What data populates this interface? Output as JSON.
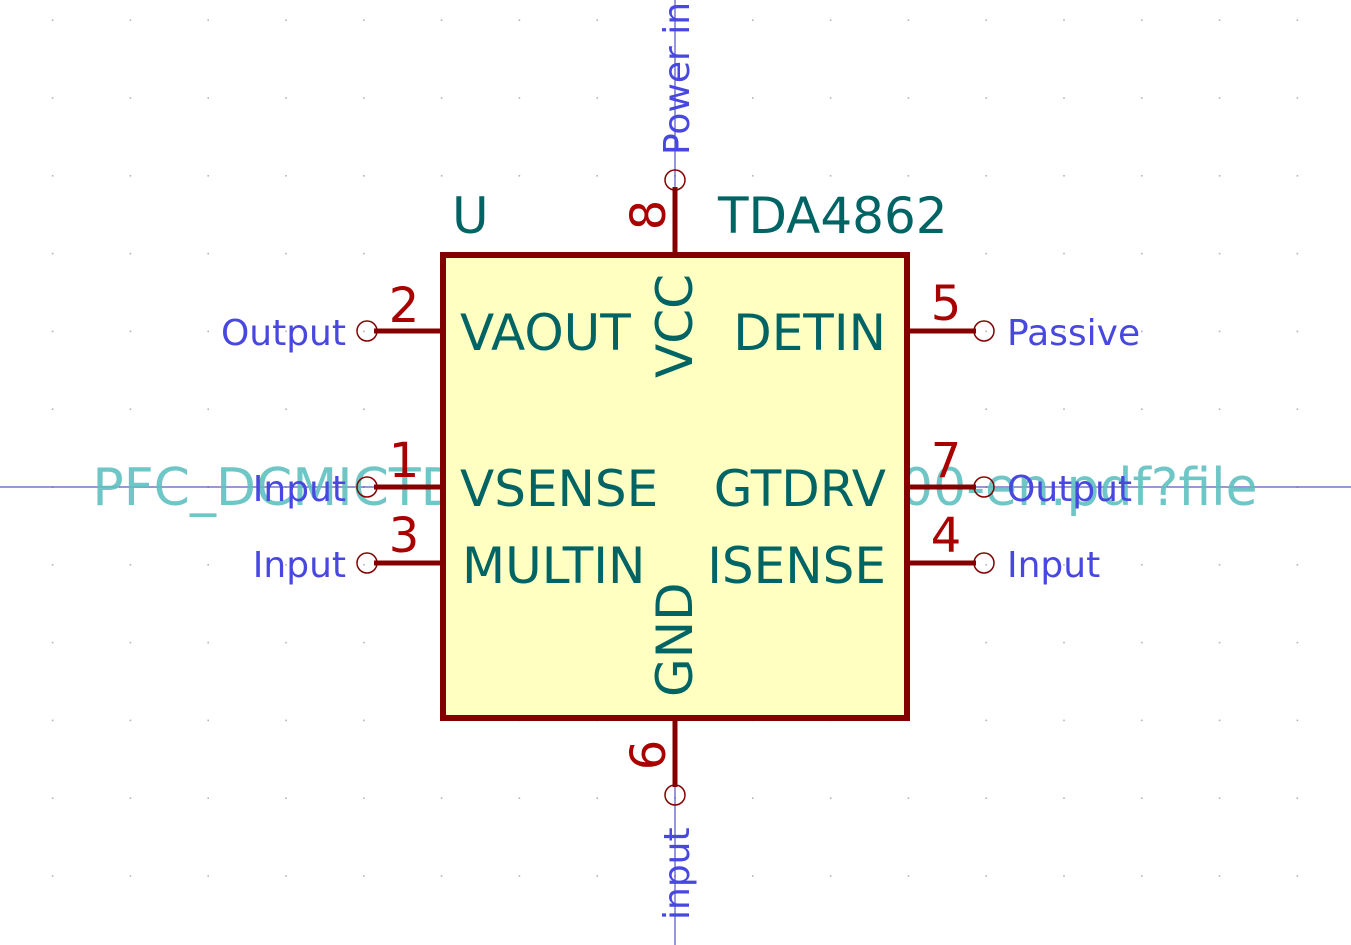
{
  "symbol": {
    "reference": "U",
    "value": "TDA4862",
    "datasheet_fragment": "PFC_DCMICTDA4862G-DS-v02_00-en.pdf?file",
    "body_fill": "#ffffc2",
    "body_stroke": "#840000"
  },
  "pins": [
    {
      "number": "2",
      "name": "VAOUT",
      "type": "Output"
    },
    {
      "number": "1",
      "name": "VSENSE",
      "type": "Input"
    },
    {
      "number": "3",
      "name": "MULTIN",
      "type": "Input"
    },
    {
      "number": "5",
      "name": "DETIN",
      "type": "Passive"
    },
    {
      "number": "7",
      "name": "GTDRV",
      "type": "Output"
    },
    {
      "number": "4",
      "name": "ISENSE",
      "type": "Input"
    },
    {
      "number": "8",
      "name": "VCC",
      "type": "Power in"
    },
    {
      "number": "6",
      "name": "GND",
      "type": "input"
    }
  ],
  "colors": {
    "pin_line": "#840000",
    "pin_number": "#a90000",
    "pin_name": "#006464",
    "pin_type": "#4848e0",
    "field_text": "#006464",
    "datasheet_text": "#5fc0c0",
    "grid_dot": "#b4b4b4",
    "axis_line": "#3030b0"
  }
}
